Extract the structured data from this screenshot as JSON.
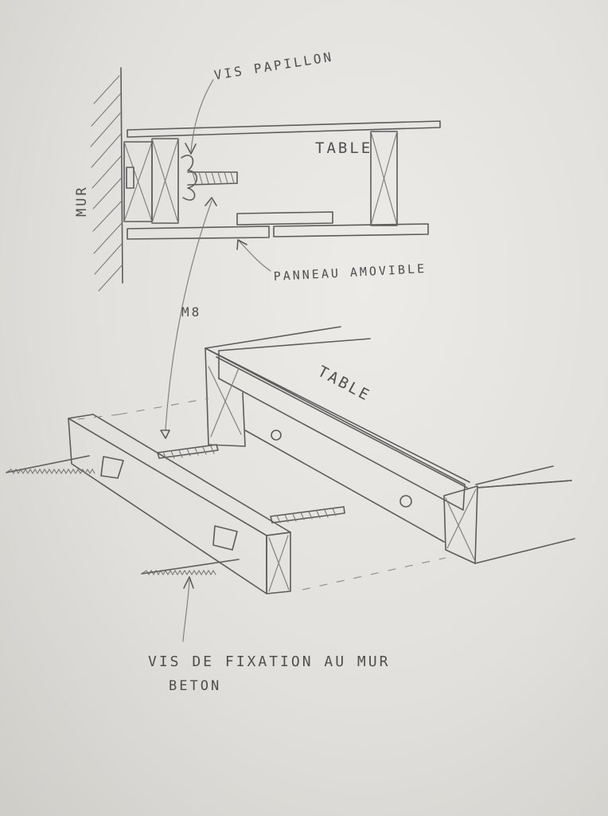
{
  "labels": {
    "wing_screw": "VIS PAPILLON",
    "wall": "MUR",
    "table_top": "TABLE",
    "removable_panel": "PANNEAU AMOVIBLE",
    "bolt_size": "M8",
    "table_perspective": "TABLE",
    "wall_screw_line1": "VIS DE FIXATION AU MUR",
    "wall_screw_line2": "BETON"
  }
}
